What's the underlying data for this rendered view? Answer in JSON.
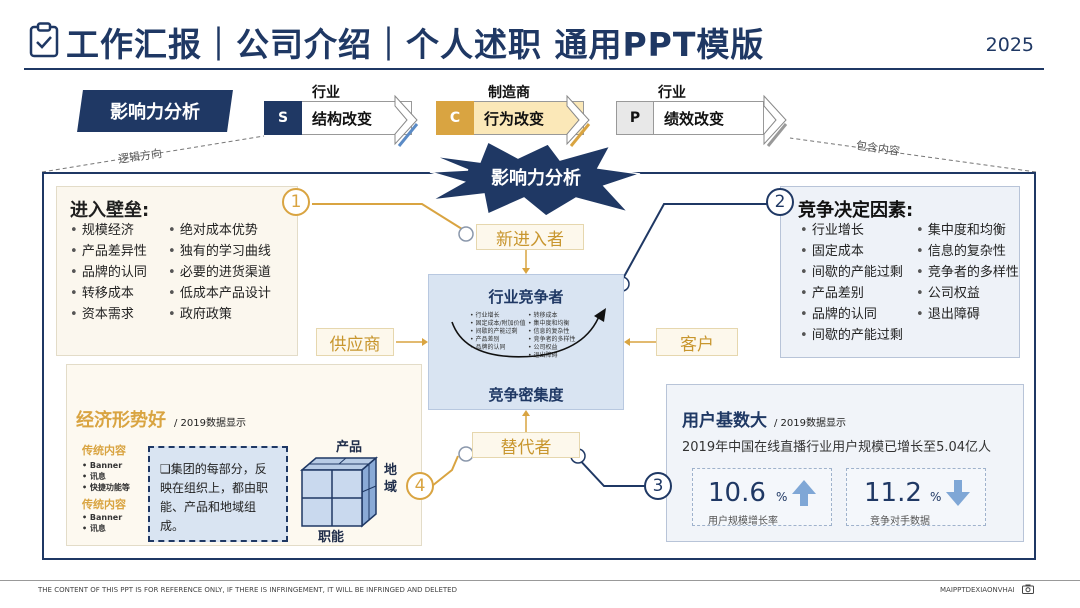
{
  "header": {
    "title": "工作汇报｜公司介绍｜个人述职 通用PPT模版",
    "year": "2025"
  },
  "banner": {
    "label": "影响力分析"
  },
  "scp": [
    {
      "top": "行业",
      "letter": "S",
      "label": "结构改变",
      "color": "#1f3864"
    },
    {
      "top": "制造商",
      "letter": "C",
      "label": "行为改变",
      "color": "#d9a441"
    },
    {
      "top": "行业",
      "letter": "P",
      "label": "绩效改变",
      "color": "#111111"
    }
  ],
  "labels": {
    "logic": "逻辑方向",
    "contains": "包含内容"
  },
  "star": {
    "label": "影响力分析"
  },
  "barriers": {
    "title": "进入壁垒:",
    "col1": [
      "规模经济",
      "产品差异性",
      "品牌的认同",
      "转移成本",
      "资本需求"
    ],
    "col2": [
      "绝对成本优势",
      "独有的学习曲线",
      "必要的进货渠道",
      "低成本产品设计",
      "政府政策"
    ]
  },
  "competition": {
    "title": "竞争决定因素:",
    "col1": [
      "行业增长",
      "固定成本",
      "间歇的产能过剩",
      "产品差别",
      "品牌的认同",
      "间歇的产能过剩"
    ],
    "col2": [
      "集中度和均衡",
      "信息的复杂性",
      "竞争者的多样性",
      "公司权益",
      "退出障碍"
    ]
  },
  "nodes": {
    "new_entrant": "新进入者",
    "supplier": "供应商",
    "customer": "客户",
    "substitute": "替代者",
    "n1": "1",
    "n2": "2",
    "n3": "3",
    "n4": "4"
  },
  "center": {
    "title": "行业竞争者",
    "bottom": "竞争密集度",
    "col1": [
      "行业增长",
      "固定成本/附加价值",
      "间歇的产能过剩",
      "产品差别",
      "品牌的认同"
    ],
    "col2": [
      "转移成本",
      "集中度和均衡",
      "信息的复杂性",
      "竞争者的多样性",
      "公司权益",
      "退出障碍"
    ]
  },
  "economy": {
    "title": "经济形势好",
    "note": "/ 2019数据显示",
    "group1_title": "传统内容",
    "group1_items": [
      "Banner",
      "讯息",
      "快捷功能等"
    ],
    "group2_title": "传统内容",
    "group2_items": [
      "Banner",
      "讯息"
    ],
    "callout": "❑集团的每部分，反映在组织上，都由职能、产品和地域组成。",
    "cube_product": "产品",
    "cube_region": "地域",
    "cube_function": "职能"
  },
  "users": {
    "title": "用户基数大",
    "note": "/ 2019数据显示",
    "desc": "2019年中国在线直播行业用户规模已增长至5.04亿人",
    "stat1_value": "10.6",
    "stat1_unit": "%",
    "stat1_label": "用户规模增长率",
    "stat2_value": "11.2",
    "stat2_unit": "%",
    "stat2_label": "竞争对手数据"
  },
  "footer": {
    "left": "THE CONTENT OF THIS PPT IS FOR REFERENCE ONLY, IF THERE IS INFRINGEMENT, IT WILL BE INFRINGED AND DELETED",
    "right": "MAIPPTDEXIAONVHAI"
  },
  "colors": {
    "navy": "#1f3864",
    "gold": "#d9a441",
    "up_arrow": "#7fa7d6",
    "down_arrow": "#7fa7d6"
  }
}
